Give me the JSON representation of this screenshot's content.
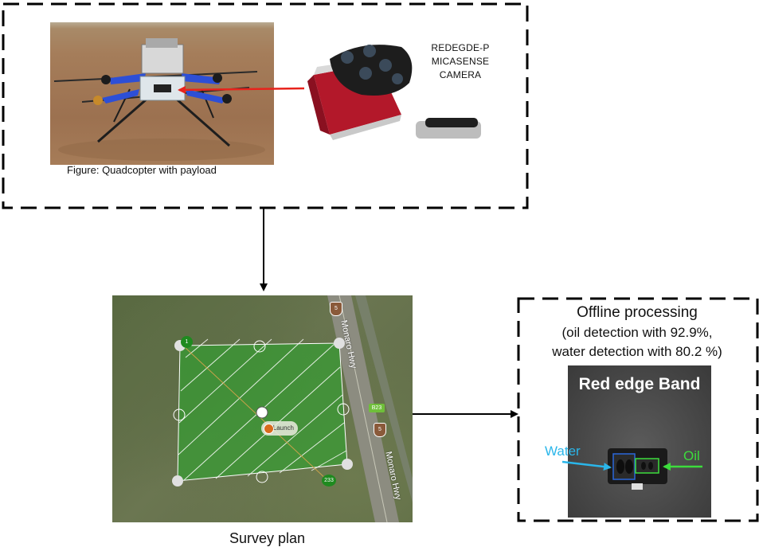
{
  "payload_section": {
    "photo_caption": "Figure: Quadcopter with payload",
    "camera_label_lines": [
      "REDEGDE-P",
      "MICASENSE",
      "CAMERA"
    ]
  },
  "survey_section": {
    "caption": "Survey plan",
    "map": {
      "launch_label": "Launch",
      "road_name_top": "Monaro Hwy",
      "road_name_bottom": "Monaro Hwy",
      "route_shield_top": "5",
      "route_shield_bottom": "5",
      "route_badge": "B23",
      "waypoint_start": "1",
      "waypoint_end": "233"
    }
  },
  "processing_section": {
    "title": "Offline processing",
    "subtitle_lines": [
      "(oil detection with 92.9%,",
      "water detection with 80.2 %)"
    ],
    "band_title": "Red edge Band",
    "water_label": "Water",
    "oil_label": "Oil",
    "colors": {
      "water": "#2ab6ea",
      "oil": "#3cdc3c",
      "arrow_red": "#e8231c",
      "survey_area": "#2fa32f"
    }
  }
}
